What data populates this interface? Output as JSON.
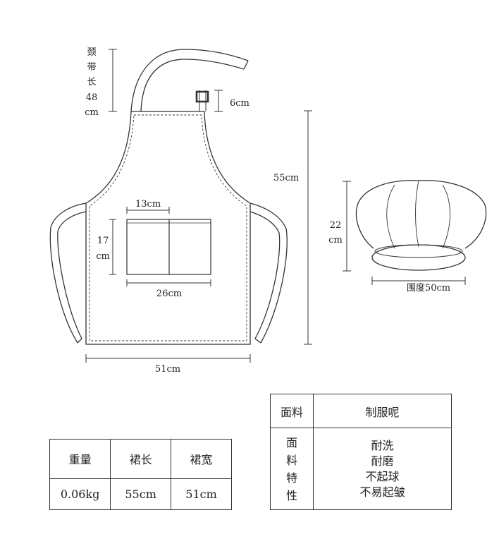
{
  "apron": {
    "neck_strap_label": [
      "颈",
      "带",
      "长",
      "48",
      "cm"
    ],
    "tab_label": "6cm",
    "height_label": "55cm",
    "pocket_half_label": "13cm",
    "pocket_height_label": [
      "17",
      "cm"
    ],
    "pocket_width_label": "26cm",
    "width_label": "51cm"
  },
  "hat": {
    "height_label": [
      "22",
      "cm"
    ],
    "circumference_label": "围度50cm"
  },
  "weight_table": {
    "headers": [
      "重量",
      "裙长",
      "裙宽"
    ],
    "values": [
      "0.06kg",
      "55cm",
      "51cm"
    ]
  },
  "fabric_table": {
    "material_label": "面料",
    "material_value": "制服呢",
    "properties_label": [
      "面",
      "料",
      "特",
      "性"
    ],
    "properties": [
      "耐洗",
      "耐磨",
      "不起球",
      "不易起皱"
    ]
  },
  "colors": {
    "line": "#333333",
    "background": "#ffffff"
  }
}
